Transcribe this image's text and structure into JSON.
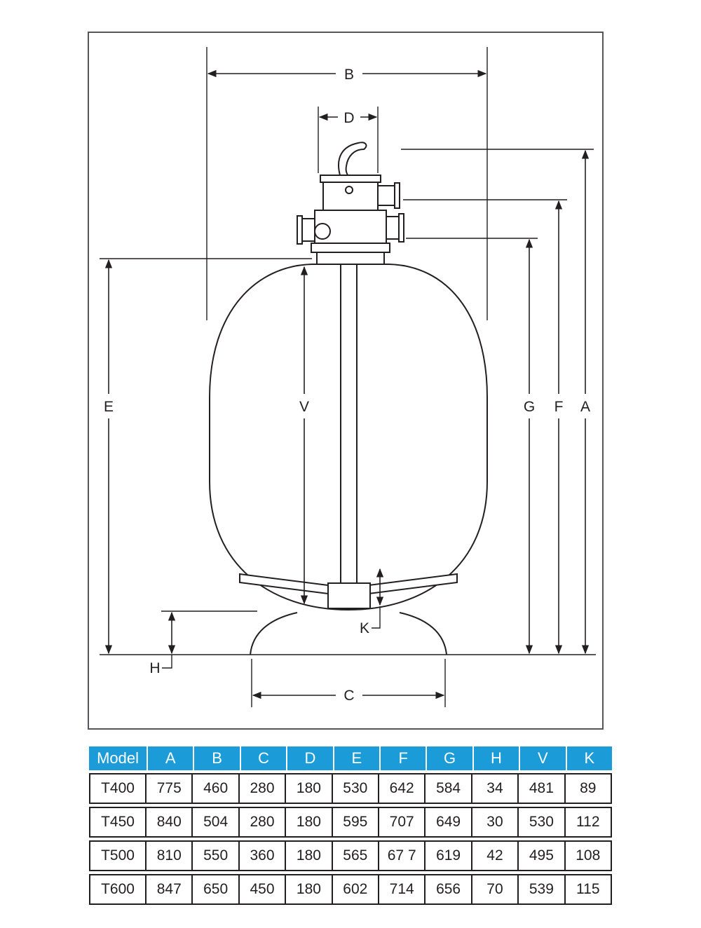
{
  "diagram": {
    "labels": {
      "A": "A",
      "B": "B",
      "C": "C",
      "D": "D",
      "E": "E",
      "F": "F",
      "G": "G",
      "H": "H",
      "K": "K",
      "V": "V"
    }
  },
  "table": {
    "headers": [
      "Model",
      "A",
      "B",
      "C",
      "D",
      "E",
      "F",
      "G",
      "H",
      "V",
      "K"
    ],
    "rows": [
      [
        "T400",
        "775",
        "460",
        "280",
        "180",
        "530",
        "642",
        "584",
        "34",
        "481",
        "89"
      ],
      [
        "T450",
        "840",
        "504",
        "280",
        "180",
        "595",
        "707",
        "649",
        "30",
        "530",
        "112"
      ],
      [
        "T500",
        "810",
        "550",
        "360",
        "180",
        "565",
        "67 7",
        "619",
        "42",
        "495",
        "108"
      ],
      [
        "T600",
        "847",
        "650",
        "450",
        "180",
        "602",
        "714",
        "656",
        "70",
        "539",
        "115"
      ]
    ]
  },
  "colors": {
    "header_bg": "#1b9cd8",
    "header_text": "#ffffff",
    "line": "#231f20"
  }
}
